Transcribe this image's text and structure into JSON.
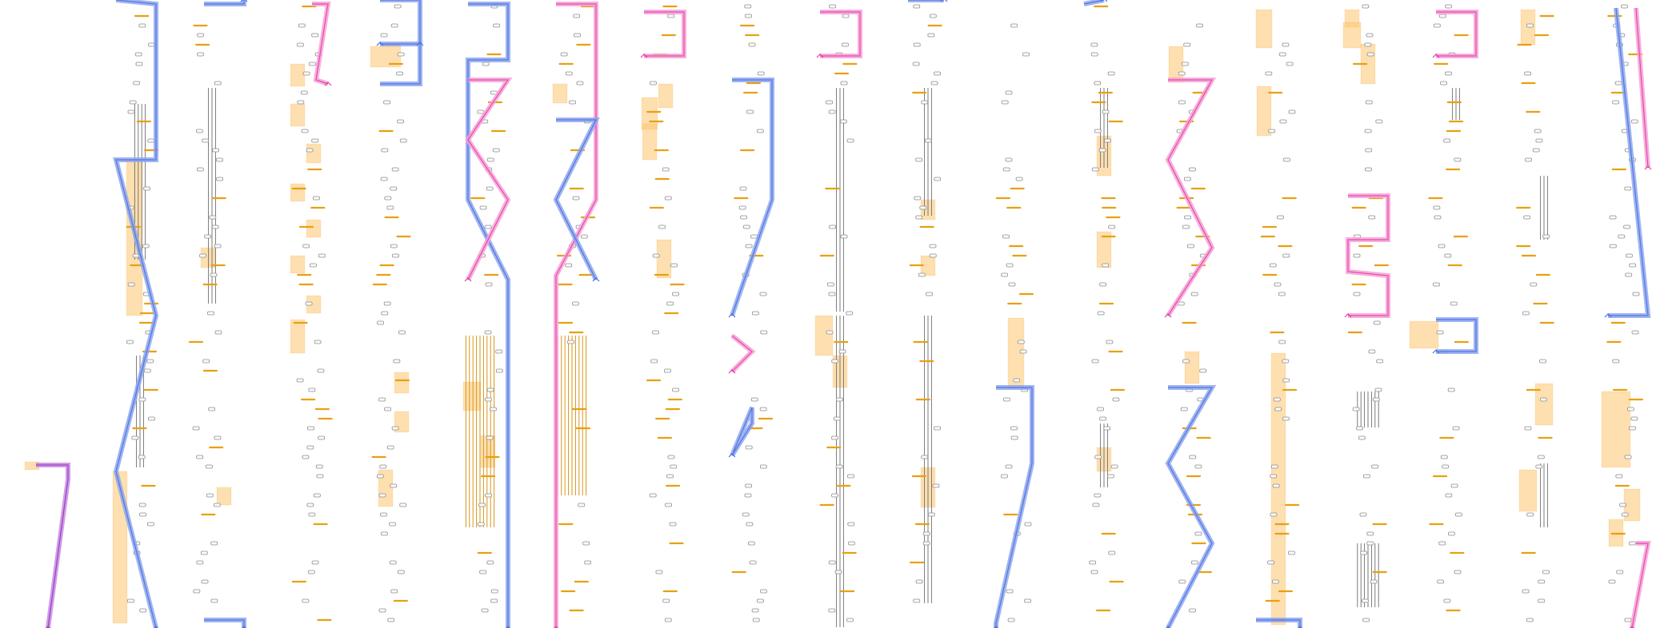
{
  "colors": {
    "background": "#ffffff",
    "blue_path": "#8ea7ef",
    "pink_path": "#f7a1d6",
    "purple_path": "#c88be0",
    "orange_tick": "#e8a010",
    "orange_block": "#fdc46e",
    "gray_bar": "#6d6d6d",
    "pill_border": "#8f8f8f"
  },
  "legend_icons": [
    "blue-route",
    "pink-route",
    "purple-route",
    "orange-highlight",
    "gray-marker"
  ]
}
